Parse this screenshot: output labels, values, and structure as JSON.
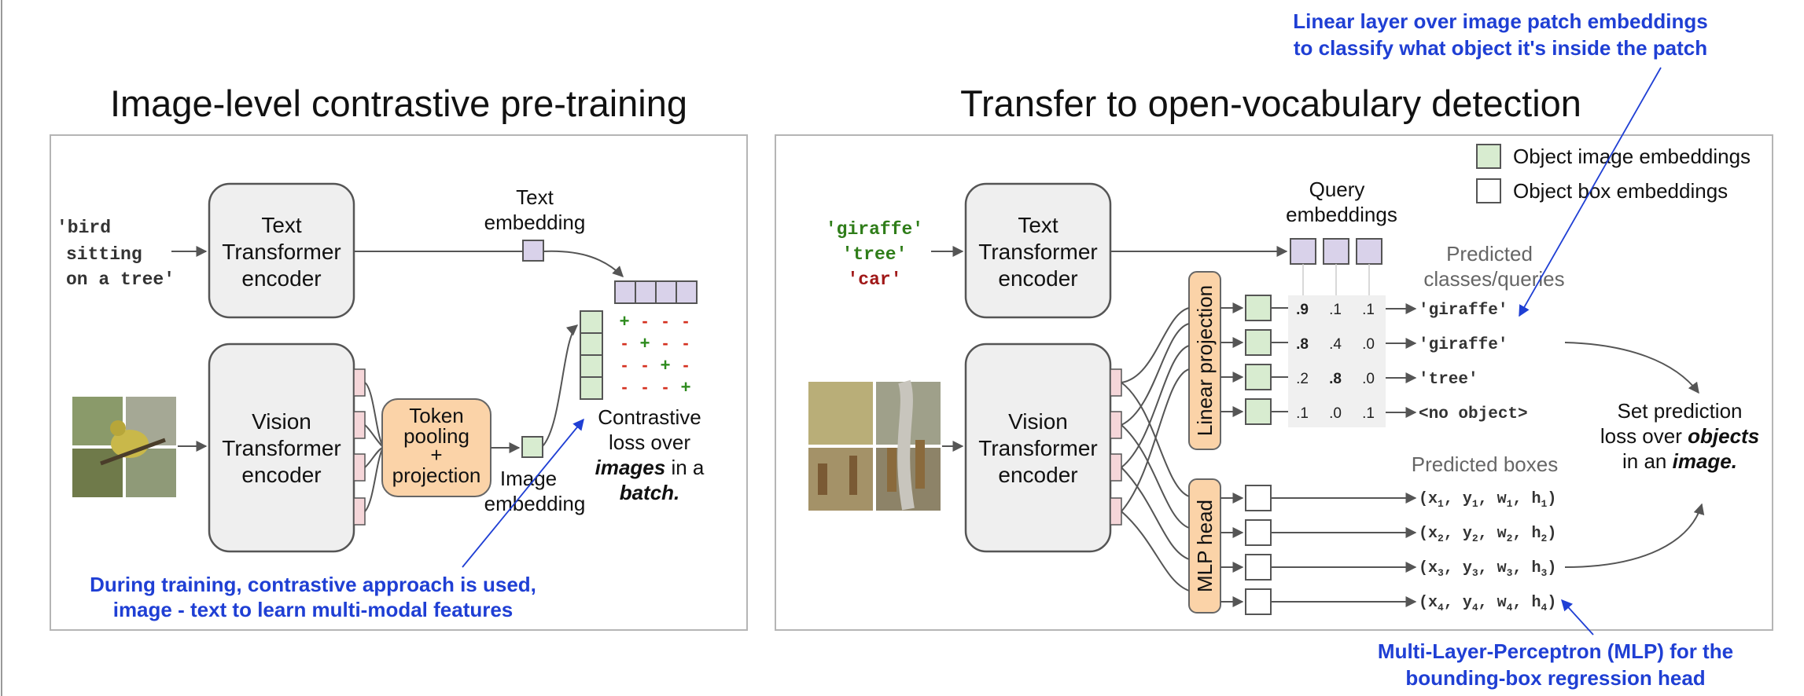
{
  "left_panel": {
    "title": "Image-level contrastive pre-training",
    "input_text": [
      "'bird",
      "sitting",
      "on a tree'"
    ],
    "text_encoder": [
      "Text",
      "Transformer",
      "encoder"
    ],
    "vision_encoder": [
      "Vision",
      "Transformer",
      "encoder"
    ],
    "token_pooling": [
      "Token",
      "pooling",
      "+",
      "projection"
    ],
    "text_embedding": [
      "Text",
      "embedding"
    ],
    "image_embedding": [
      "Image",
      "embedding"
    ],
    "contrastive_loss": [
      "Contrastive",
      "loss over",
      "images",
      "in a",
      "batch."
    ],
    "note": [
      "During training, contrastive approach is used,",
      "image - text to learn multi-modal features"
    ]
  },
  "right_panel": {
    "title": "Transfer to open-vocabulary detection",
    "queries": [
      "'giraffe'",
      "'tree'",
      "'car'"
    ],
    "text_encoder": [
      "Text",
      "Transformer",
      "encoder"
    ],
    "vision_encoder": [
      "Vision",
      "Transformer",
      "encoder"
    ],
    "query_embeddings": [
      "Query",
      "embeddings"
    ],
    "linear_projection": "Linear projection",
    "mlp_head": "MLP head",
    "legend": [
      "Object image embeddings",
      "Object box embeddings"
    ],
    "predicted_classes": [
      "Predicted",
      "classes/queries"
    ],
    "predicted_boxes": "Predicted boxes",
    "score_rows": [
      [
        ".9",
        ".1",
        ".1"
      ],
      [
        ".8",
        ".4",
        ".0"
      ],
      [
        ".2",
        ".8",
        ".0"
      ],
      [
        ".1",
        ".0",
        ".1"
      ]
    ],
    "class_outputs": [
      "'giraffe'",
      "'giraffe'",
      "'tree'",
      "<no object>"
    ],
    "box_outputs": [
      [
        "(x",
        "1",
        ", y",
        "1",
        ", w",
        "1",
        ", h",
        "1",
        ")"
      ],
      [
        "(x",
        "2",
        ", y",
        "2",
        ", w",
        "2",
        ", h",
        "2",
        ")"
      ],
      [
        "(x",
        "3",
        ", y",
        "3",
        ", w",
        "3",
        ", h",
        "3",
        ")"
      ],
      [
        "(x",
        "4",
        ", y",
        "4",
        ", w",
        "4",
        ", h",
        "4",
        ")"
      ]
    ],
    "set_loss": [
      "Set prediction",
      "loss over",
      "objects",
      "in an",
      "image."
    ],
    "note_top": [
      "Linear layer over image patch embeddings",
      "to classify what object it's inside the patch"
    ],
    "note_bottom": [
      "Multi-Layer-Perceptron (MLP) for the",
      "bounding-box regression head"
    ]
  },
  "colors": {
    "note_blue": "#1f3fd4",
    "query_green": "#2f7d19",
    "query_red": "#a01818",
    "plus_green": "#2e8b1e",
    "minus_red": "#d43020"
  }
}
